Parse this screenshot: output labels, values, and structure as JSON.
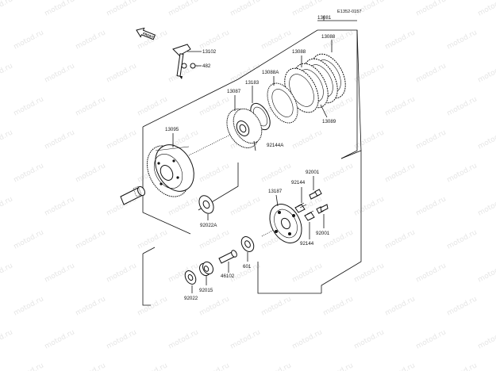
{
  "diagram": {
    "code": "E1352-0157",
    "front_label": "FRONT",
    "watermark": "motod.ru",
    "labels": {
      "p13081": "13081",
      "p13088": "13088",
      "p13088b": "13088",
      "p13088a": "13088A",
      "p13102": "13102",
      "p482": "482",
      "p13183": "13183",
      "p13087": "13087",
      "p13089": "13089",
      "p13095": "13095",
      "p92144a": "92144A",
      "p92001a": "92001",
      "p92144a2": "92144",
      "p13187": "13187",
      "p92022a": "92022A",
      "p92001b": "92001",
      "p92144b": "92144",
      "p601": "601",
      "p46102": "46102",
      "p92015": "92015",
      "p92022": "92022"
    }
  }
}
